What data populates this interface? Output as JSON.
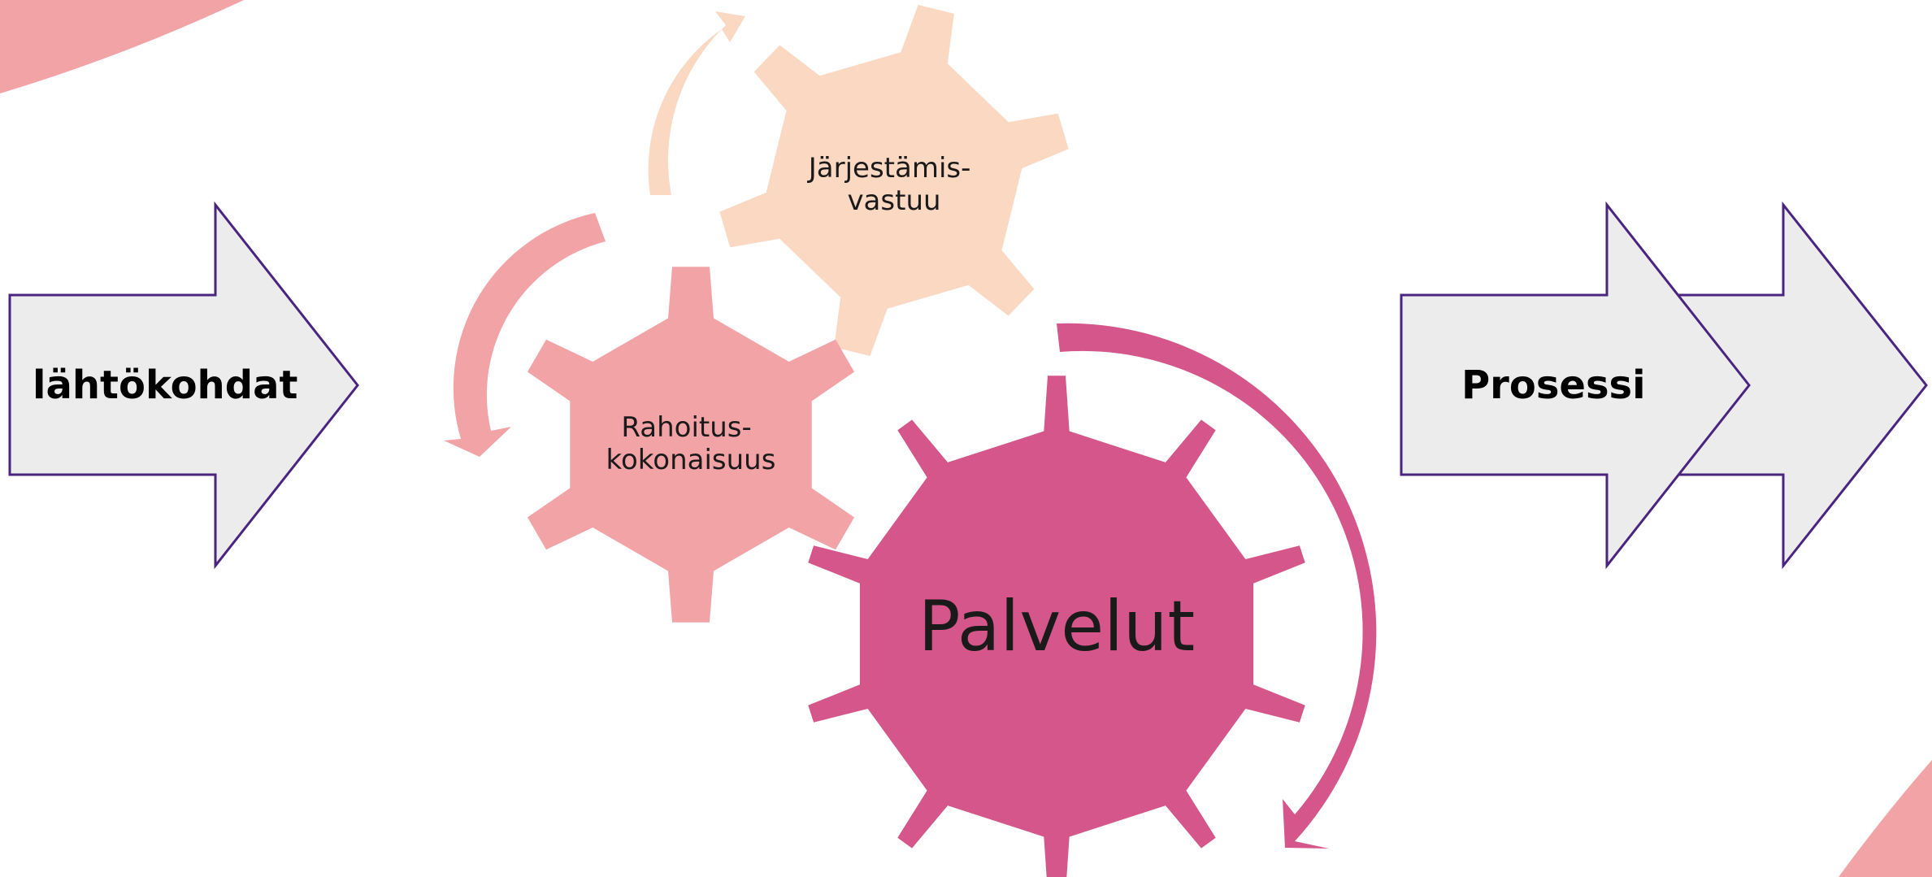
{
  "colors": {
    "gear_services": "#d4568a",
    "gear_funding": "#f2a3a6",
    "gear_responsibility": "#fad8c2",
    "arrow_fill": "#ececec",
    "arrow_stroke": "#4a2580",
    "corner_decor": "#f2a3a6"
  },
  "icons": [
    "chevron-arrow-icon",
    "gear-icon",
    "cycle-arrow-icon"
  ],
  "left_arrow": {
    "label": "lähtökohdat"
  },
  "right_arrow": {
    "label": "Prosessi"
  },
  "gears": {
    "responsibility": {
      "line1": "Järjestämis-",
      "line2": "vastuu"
    },
    "funding": {
      "line1": "Rahoitus-",
      "line2": "kokonaisuus"
    },
    "services": {
      "label": "Palvelut"
    }
  }
}
